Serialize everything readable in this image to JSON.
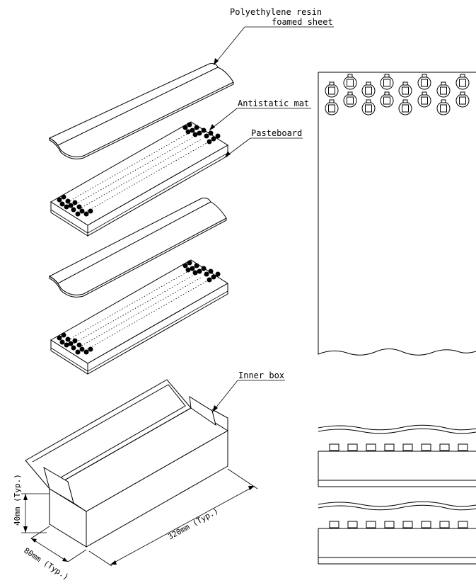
{
  "labels": {
    "foamed_sheet_line1": "Polyethylene resin",
    "foamed_sheet_line2": "foamed sheet",
    "antistatic_mat": "Antistatic mat",
    "pasteboard": "Pasteboard",
    "inner_box": "Inner box"
  },
  "dimensions": {
    "height": "40mm (Typ.)",
    "width": "80mm (Typ.)",
    "length": "320mm (Typ.)"
  }
}
